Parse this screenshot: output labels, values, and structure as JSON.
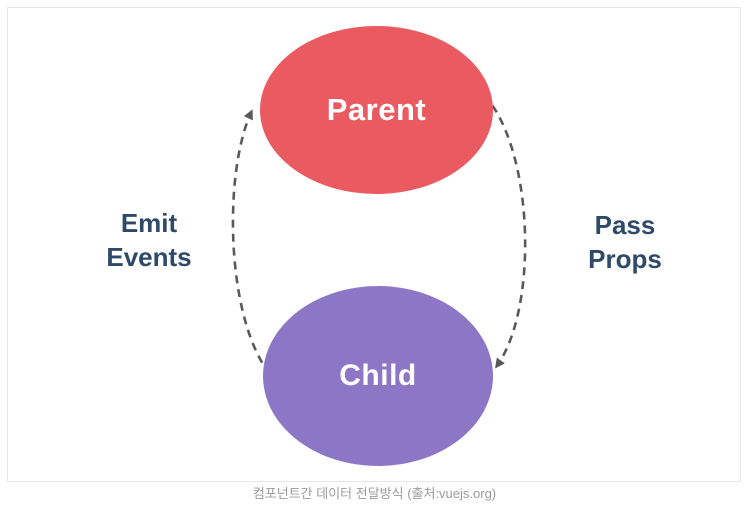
{
  "diagram": {
    "parent_node": {
      "label": "Parent",
      "color": "#ea5a61"
    },
    "child_node": {
      "label": "Child",
      "color": "#8e76c7"
    },
    "left_label": {
      "line1": "Emit",
      "line2": "Events"
    },
    "right_label": {
      "line1": "Pass",
      "line2": "Props"
    },
    "left_arrow": {
      "name": "emit-events-arrow",
      "direction": "child-to-parent"
    },
    "right_arrow": {
      "name": "pass-props-arrow",
      "direction": "parent-to-child"
    },
    "label_text_color": "#2e4a68",
    "arrow_color": "#595959",
    "node_text_color": "#ffffff"
  },
  "caption": "컴포넌트간 데이터 전달방식 (출처:vuejs.org)"
}
